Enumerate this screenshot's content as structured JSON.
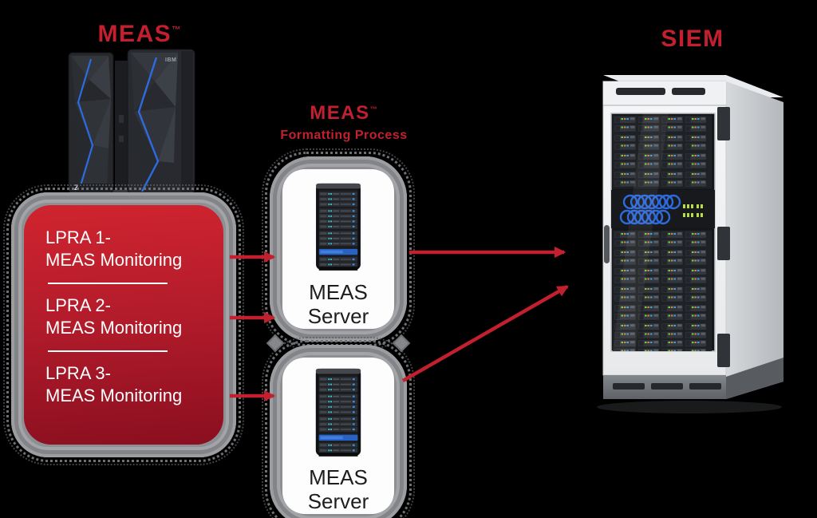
{
  "colors": {
    "accent_red": "#C2202F",
    "box_red_top": "#D0242F",
    "box_red_bottom": "#8A0F20",
    "frame_gray": "#8D8F92"
  },
  "left": {
    "title": "MEAS",
    "tm": "™",
    "mainframe_icon": "ibm-z-mainframe",
    "mainframe_badge": "Z",
    "mainframe_brand": "IBM",
    "items": [
      {
        "line1": "LPRA 1-",
        "line2": "MEAS Monitoring"
      },
      {
        "line1": "LPRA 2-",
        "line2": "MEAS Monitoring"
      },
      {
        "line1": "LPRA 3-",
        "line2": "MEAS Monitoring"
      }
    ]
  },
  "middle": {
    "title": "MEAS",
    "tm": "™",
    "subtitle": "Formatting Process",
    "icon": "server-tower",
    "servers": [
      {
        "line1": "MEAS",
        "line2": "Server"
      },
      {
        "line1": "MEAS",
        "line2": "Server"
      }
    ]
  },
  "right": {
    "title": "SIEM",
    "icon": "server-rack-cabinet"
  },
  "arrows": {
    "color": "#C2202F",
    "connections": [
      "LPRA 1 to MEAS Server 1",
      "LPRA 2 to MEAS Server 1",
      "LPRA 3 to MEAS Server 2",
      "MEAS Server 1 to SIEM",
      "MEAS Server 2 to SIEM"
    ]
  }
}
